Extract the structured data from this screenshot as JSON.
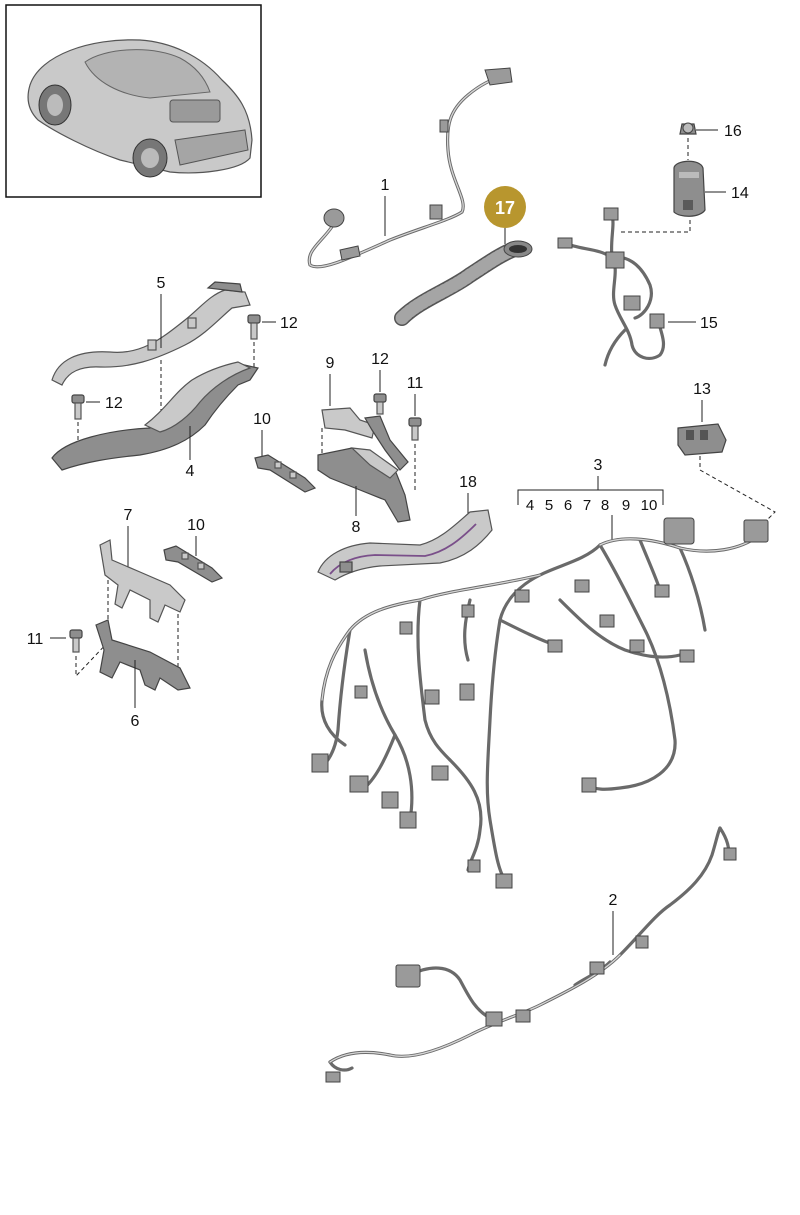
{
  "callouts": {
    "p1": "1",
    "p2": "2",
    "p3": "3",
    "p3_sub": [
      "4",
      "5",
      "6",
      "7",
      "8",
      "9",
      "10"
    ],
    "p4": "4",
    "p5": "5",
    "p6": "6",
    "p7": "7",
    "p8": "8",
    "p9": "9",
    "p10a": "10",
    "p10b": "10",
    "p11a": "11",
    "p11b": "11",
    "p12a": "12",
    "p12b": "12",
    "p12c": "12",
    "p13": "13",
    "p14": "14",
    "p15": "15",
    "p16": "16",
    "p17": "17",
    "p18": "18"
  },
  "colors": {
    "highlight_badge": "#b8962e"
  },
  "icons": {
    "vehicle_thumbnail": "car-thumbnail-icon"
  }
}
